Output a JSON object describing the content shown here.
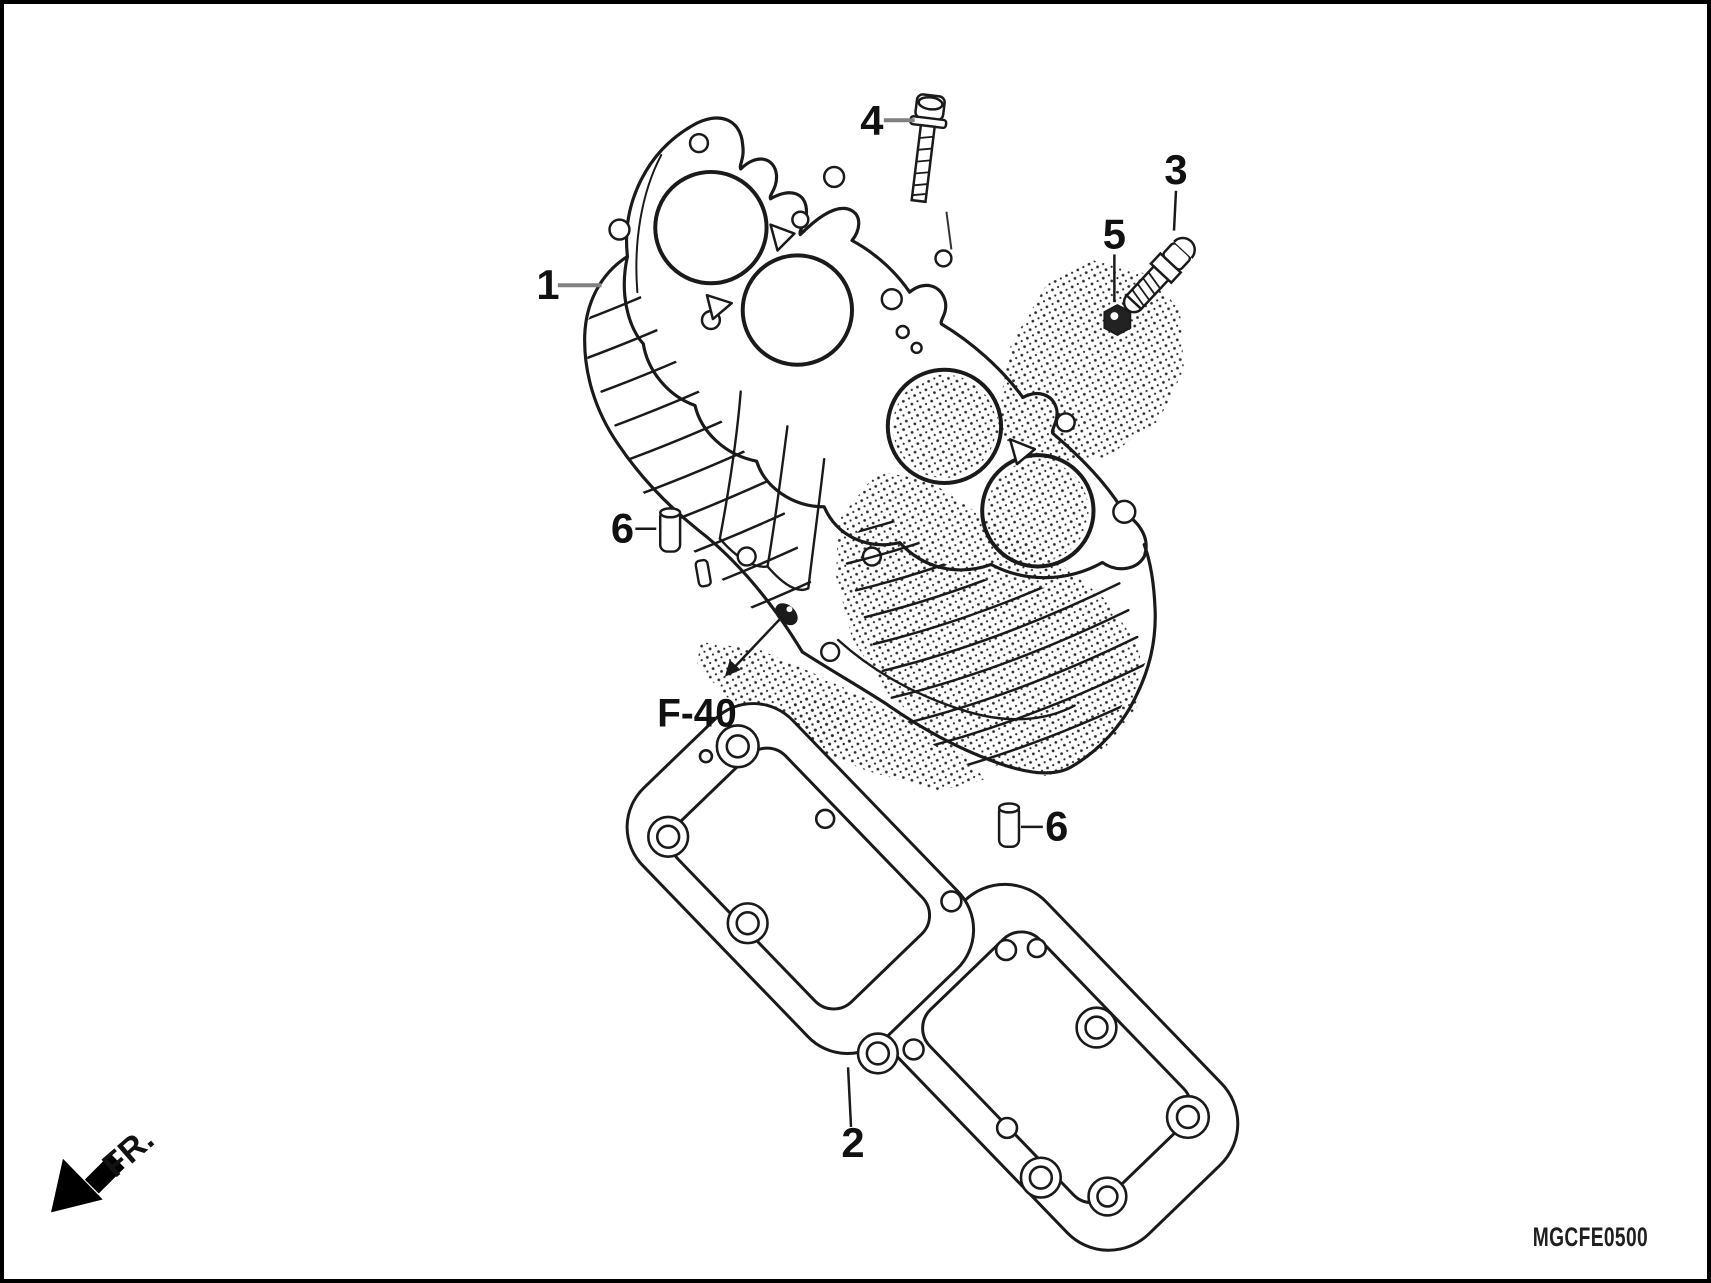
{
  "figure": {
    "part_code": "MGCFE0500",
    "figure_reference": "F-40",
    "front_marker": "FR.",
    "callouts": {
      "c1": "1",
      "c2": "2",
      "c3": "3",
      "c4": "4",
      "c5": "5",
      "c6_left": "6",
      "c6_right": "6"
    }
  },
  "colors": {
    "ink": "#1a1a1a",
    "leader_gray": "#808080",
    "paper": "#ffffff",
    "frame": "#000000",
    "stipple": "#2b2b2b"
  }
}
